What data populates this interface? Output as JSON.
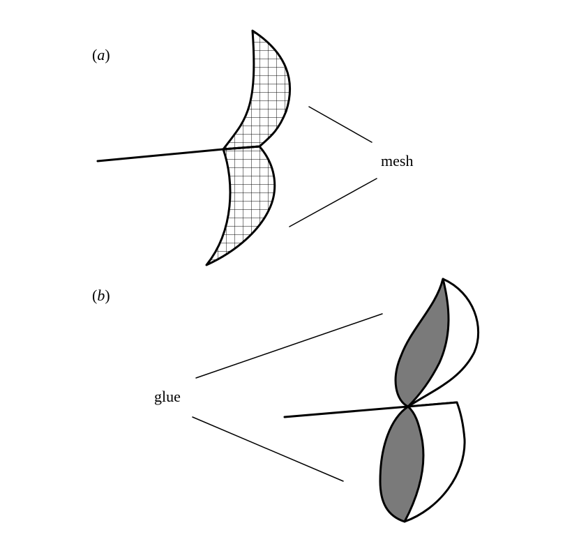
{
  "panel_a": {
    "label_open": "(",
    "label_letter": "a",
    "label_close": ")",
    "callout": "mesh"
  },
  "panel_b": {
    "label_open": "(",
    "label_letter": "b",
    "label_close": ")",
    "callout": "glue"
  },
  "colors": {
    "background": "#ffffff",
    "ink": "#000000",
    "glue_fill": "#7a7a7a"
  }
}
